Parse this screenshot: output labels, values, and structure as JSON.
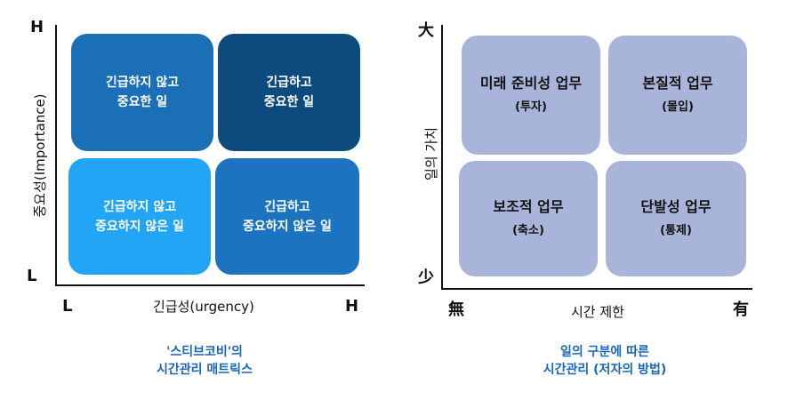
{
  "left": {
    "y_high": "H",
    "y_low": "L",
    "x_low": "L",
    "x_high": "H",
    "y_label": "중요성(Importance)",
    "x_label": "긴급성(urgency)",
    "quadrants": {
      "top_left": {
        "line1": "긴급하지 않고",
        "line2": "중요한 일",
        "color": "#1a6fb7"
      },
      "top_right": {
        "line1": "긴급하고",
        "line2": "중요한 일",
        "color": "#0d4a7e"
      },
      "bottom_left": {
        "line1": "긴급하지 않고",
        "line2": "중요하지 않은 일",
        "color": "#22a5f5"
      },
      "bottom_right": {
        "line1": "긴급하고",
        "line2": "중요하지 않은 일",
        "color": "#1c74c0"
      }
    },
    "caption_line1": "'스티브코비'의",
    "caption_line2": "시간관리 매트릭스"
  },
  "right": {
    "y_high": "大",
    "y_low": "少",
    "x_low": "無",
    "x_high": "有",
    "y_label": "일의 가치",
    "x_label": "시간 제한",
    "quadrants": {
      "top_left": {
        "title": "미래 준비성 업무",
        "sub": "(투자)"
      },
      "top_right": {
        "title": "본질적 업무",
        "sub": "(몰입)"
      },
      "bottom_left": {
        "title": "보조적 업무",
        "sub": "(축소)"
      },
      "bottom_right": {
        "title": "단발성 업무",
        "sub": "(통제)"
      }
    },
    "box_color": "#a9b4db",
    "caption_line1": "일의 구분에 따른",
    "caption_line2": "시간관리 (저자의 방법)"
  }
}
